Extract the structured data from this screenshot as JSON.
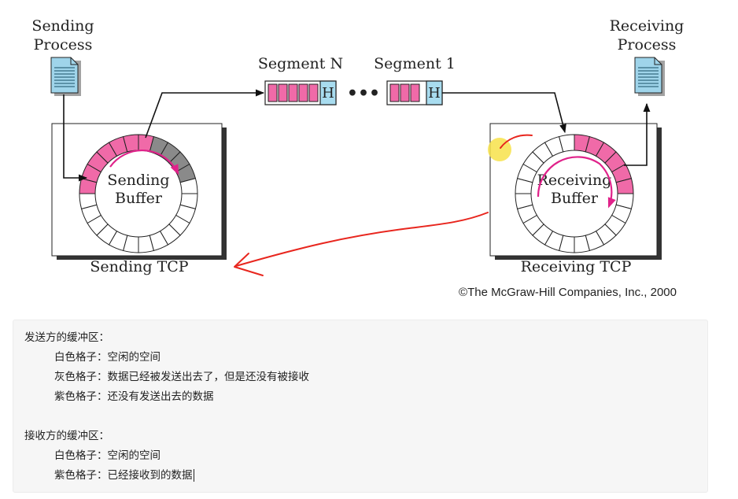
{
  "diagram": {
    "sending_process_line1": "Sending",
    "sending_process_line2": "Process",
    "receiving_process_line1": "Receiving",
    "receiving_process_line2": "Process",
    "segment_n_label": "Segment N",
    "segment_1_label": "Segment 1",
    "header_letter": "H",
    "ellipsis": "•••",
    "sending_buffer_line1": "Sending",
    "sending_buffer_line2": "Buffer",
    "receiving_buffer_line1": "Receiving",
    "receiving_buffer_line2": "Buffer",
    "sending_tcp_label": "Sending TCP",
    "receiving_tcp_label": "Receiving TCP",
    "copyright": "©The McGraw-Hill Companies, Inc., 2000",
    "colors": {
      "pink": "#f06aa8",
      "gray": "#8a8a8a",
      "header_blue": "#a8dcef",
      "doc_blue": "#9fd4ea",
      "annotation_red": "#e8261e",
      "highlight_yellow": "#f7e24a",
      "arrow_magenta": "#e0228a"
    }
  },
  "notes": {
    "send_title": "发送方的缓冲区：",
    "send_white": "白色格子：空闲的空间",
    "send_gray": "灰色格子：数据已经被发送出去了，但是还没有被接收",
    "send_purple": "紫色格子：还没有发送出去的数据",
    "recv_title": "接收方的缓冲区：",
    "recv_white": "白色格子：空闲的空间",
    "recv_purple": "紫色格子：已经接收到的数据"
  }
}
